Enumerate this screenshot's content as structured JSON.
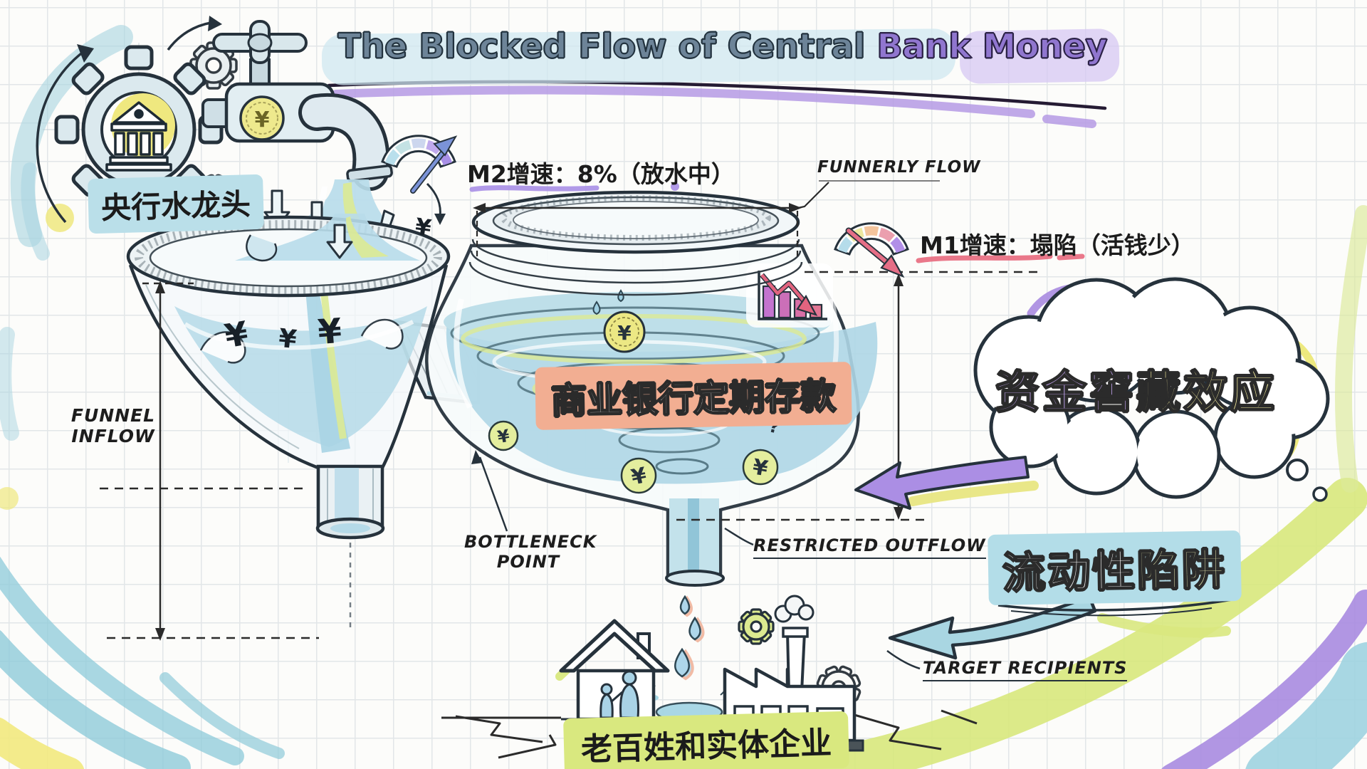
{
  "glyphs": {
    "yen": "¥",
    "question": "?"
  },
  "title": {
    "part1": "The Blocked Flow of Central ",
    "part2": "Bank Money"
  },
  "central_bank": {
    "label": "央行水龙头"
  },
  "m2_gauge": {
    "text": "M2增速：8%（放水中）"
  },
  "m1_gauge": {
    "text": "M1增速：塌陷（活钱少）"
  },
  "funnel": {
    "inflow_line1": "FUNNEL",
    "inflow_line2": "INFLOW"
  },
  "jar": {
    "label": "商业银行定期存款",
    "width_label": "FUNNERLY FLOW"
  },
  "bottleneck": {
    "line1": "BOTTLENECK",
    "line2": "POINT"
  },
  "outflow": {
    "label": "RESTRICTED OUTFLOW"
  },
  "hoarding_cloud": {
    "part1": "资金窖",
    "part2": "藏效应"
  },
  "liquidity_trap": {
    "part1": "流动性",
    "part2": "陷阱"
  },
  "recipients": {
    "pointer_label": "TARGET RECIPIENTS",
    "caption": "老百姓和实体企业"
  },
  "colors": {
    "title_blue": "#6d8498",
    "title_purple": "#9076cf",
    "highlight_blue": "#bfe2ec",
    "highlight_salmon": "#f2ae92",
    "highlight_green": "#d9e87f",
    "water_blue": "#aed6e6",
    "accent_green": "#dcea94",
    "accent_purple": "#a98be0",
    "accent_yellow": "#ece878",
    "gauge_red": "#e56e86",
    "ink": "#26323c"
  }
}
